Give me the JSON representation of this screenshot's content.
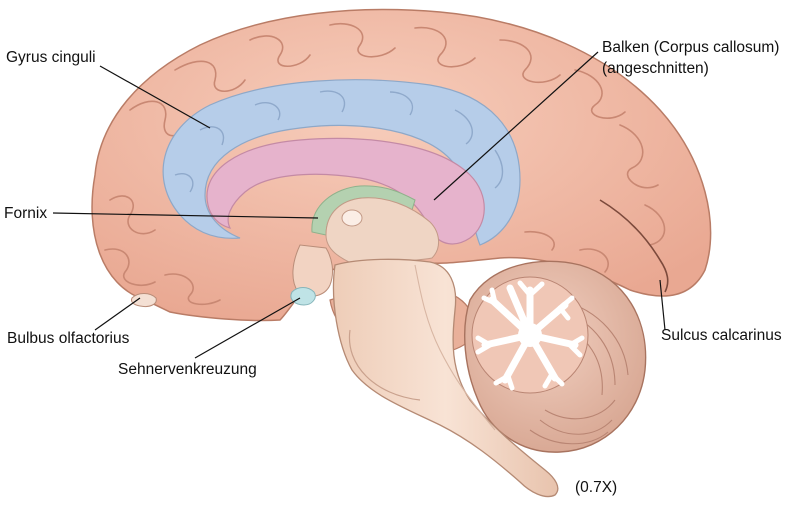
{
  "labels": {
    "gyrus_cinguli": "Gyrus cinguli",
    "balken_line1": "Balken (Corpus callosum)",
    "balken_line2": "(angeschnitten)",
    "fornix": "Fornix",
    "bulbus_olfactorius": "Bulbus olfactorius",
    "sehnervenkreuzung": "Sehnervenkreuzung",
    "sulcus_calcarinus": "Sulcus calcarinus",
    "scale": "(0.7X)"
  },
  "colors": {
    "cortex": "#f0b9a4",
    "cortex_dark": "#c98873",
    "gyrus_cinguli": "#b6cde9",
    "corpus_callosum": "#e6b3cc",
    "fornix": "#b4d1b0",
    "brainstem": "#f4d9c8",
    "cerebellum": "#e9c2b2",
    "arbor_vitae": "#ffffff",
    "chiasm": "#bfe3e6"
  }
}
